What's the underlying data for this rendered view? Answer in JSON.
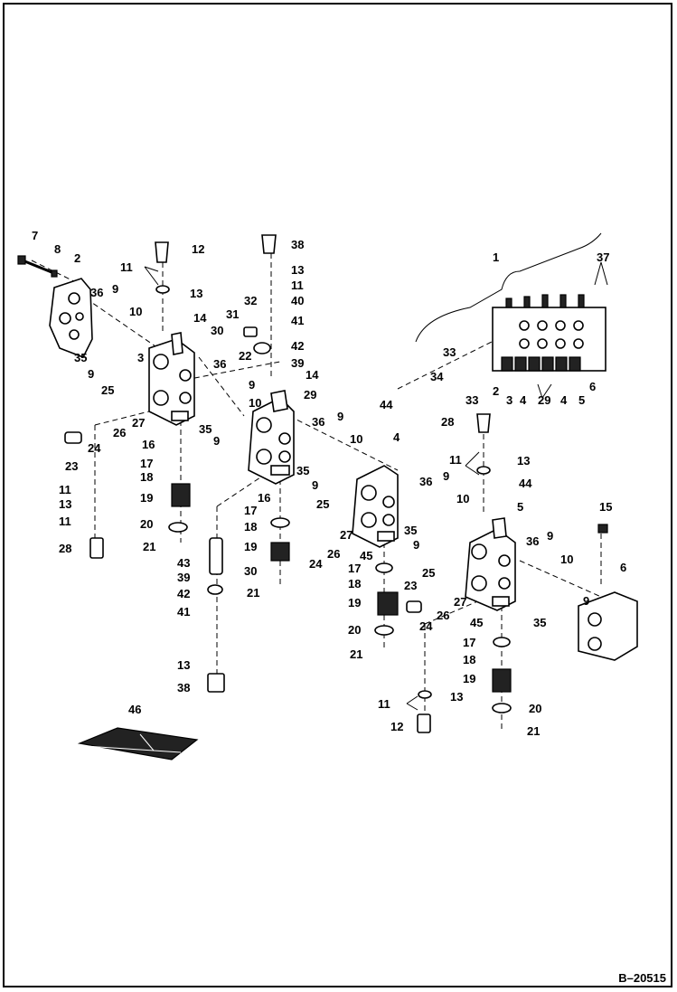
{
  "drawing_id": "B–20515",
  "callouts": [
    {
      "id": "c7",
      "text": "7"
    },
    {
      "id": "c8",
      "text": "8"
    },
    {
      "id": "c2a",
      "text": "2"
    },
    {
      "id": "c12a",
      "text": "12"
    },
    {
      "id": "c38a",
      "text": "38"
    },
    {
      "id": "c11a",
      "text": "11"
    },
    {
      "id": "c13a",
      "text": "13"
    },
    {
      "id": "c13b",
      "text": "13"
    },
    {
      "id": "c11b",
      "text": "11"
    },
    {
      "id": "c36a",
      "text": "36"
    },
    {
      "id": "c9a",
      "text": "9"
    },
    {
      "id": "c10a",
      "text": "10"
    },
    {
      "id": "c14a",
      "text": "14"
    },
    {
      "id": "c32",
      "text": "32"
    },
    {
      "id": "c40",
      "text": "40"
    },
    {
      "id": "c31",
      "text": "31"
    },
    {
      "id": "c41a",
      "text": "41"
    },
    {
      "id": "c30a",
      "text": "30"
    },
    {
      "id": "c22",
      "text": "22"
    },
    {
      "id": "c42a",
      "text": "42"
    },
    {
      "id": "c35a",
      "text": "35"
    },
    {
      "id": "c3",
      "text": "3"
    },
    {
      "id": "c39a",
      "text": "39"
    },
    {
      "id": "c9b",
      "text": "9"
    },
    {
      "id": "c36b",
      "text": "36"
    },
    {
      "id": "c9c",
      "text": "9"
    },
    {
      "id": "c14b",
      "text": "14"
    },
    {
      "id": "c25a",
      "text": "25"
    },
    {
      "id": "c10b",
      "text": "10"
    },
    {
      "id": "c29a",
      "text": "29"
    },
    {
      "id": "c35b",
      "text": "35"
    },
    {
      "id": "c9d",
      "text": "9"
    },
    {
      "id": "c26a",
      "text": "26"
    },
    {
      "id": "c27a",
      "text": "27"
    },
    {
      "id": "c24a",
      "text": "24"
    },
    {
      "id": "c23a",
      "text": "23"
    },
    {
      "id": "c16a",
      "text": "16"
    },
    {
      "id": "c17a",
      "text": "17"
    },
    {
      "id": "c18a",
      "text": "18"
    },
    {
      "id": "c19a",
      "text": "19"
    },
    {
      "id": "c11c",
      "text": "11"
    },
    {
      "id": "c13c",
      "text": "13"
    },
    {
      "id": "c11d",
      "text": "11"
    },
    {
      "id": "c20a",
      "text": "20"
    },
    {
      "id": "c28a",
      "text": "28"
    },
    {
      "id": "c21a",
      "text": "21"
    },
    {
      "id": "c36c",
      "text": "36"
    },
    {
      "id": "c9e",
      "text": "9"
    },
    {
      "id": "c10c",
      "text": "10"
    },
    {
      "id": "c35c",
      "text": "35"
    },
    {
      "id": "c9f",
      "text": "9"
    },
    {
      "id": "c16b",
      "text": "16"
    },
    {
      "id": "c17b",
      "text": "17"
    },
    {
      "id": "c25b",
      "text": "25"
    },
    {
      "id": "c18b",
      "text": "18"
    },
    {
      "id": "c27b",
      "text": "27"
    },
    {
      "id": "c19b",
      "text": "19"
    },
    {
      "id": "c26b",
      "text": "26"
    },
    {
      "id": "c24b",
      "text": "24"
    },
    {
      "id": "c43",
      "text": "43"
    },
    {
      "id": "c39b",
      "text": "39"
    },
    {
      "id": "c42b",
      "text": "42"
    },
    {
      "id": "c41b",
      "text": "41"
    },
    {
      "id": "c13d",
      "text": "13"
    },
    {
      "id": "c38b",
      "text": "38"
    },
    {
      "id": "c30b",
      "text": "30"
    },
    {
      "id": "c21b",
      "text": "21"
    },
    {
      "id": "c1",
      "text": "1"
    },
    {
      "id": "c37",
      "text": "37"
    },
    {
      "id": "c33a",
      "text": "33"
    },
    {
      "id": "c34",
      "text": "34"
    },
    {
      "id": "c33b",
      "text": "33"
    },
    {
      "id": "c2b",
      "text": "2"
    },
    {
      "id": "c3b",
      "text": "3"
    },
    {
      "id": "c4a",
      "text": "4"
    },
    {
      "id": "c29b",
      "text": "29"
    },
    {
      "id": "c4b",
      "text": "4"
    },
    {
      "id": "c5a",
      "text": "5"
    },
    {
      "id": "c6a",
      "text": "6"
    },
    {
      "id": "c44a",
      "text": "44"
    },
    {
      "id": "c4c",
      "text": "4"
    },
    {
      "id": "c28b",
      "text": "28"
    },
    {
      "id": "c11e",
      "text": "11"
    },
    {
      "id": "c13e",
      "text": "13"
    },
    {
      "id": "c44b",
      "text": "44"
    },
    {
      "id": "c5b",
      "text": "5"
    },
    {
      "id": "c36d",
      "text": "36"
    },
    {
      "id": "c9g",
      "text": "9"
    },
    {
      "id": "c10d",
      "text": "10"
    },
    {
      "id": "c35d",
      "text": "35"
    },
    {
      "id": "c9h",
      "text": "9"
    },
    {
      "id": "c45a",
      "text": "45"
    },
    {
      "id": "c17c",
      "text": "17"
    },
    {
      "id": "c18c",
      "text": "18"
    },
    {
      "id": "c19c",
      "text": "19"
    },
    {
      "id": "c20b",
      "text": "20"
    },
    {
      "id": "c21c",
      "text": "21"
    },
    {
      "id": "c15",
      "text": "15"
    },
    {
      "id": "c6b",
      "text": "6"
    },
    {
      "id": "c36e",
      "text": "36"
    },
    {
      "id": "c9i",
      "text": "9"
    },
    {
      "id": "c10e",
      "text": "10"
    },
    {
      "id": "c9j",
      "text": "9"
    },
    {
      "id": "c35e",
      "text": "35"
    },
    {
      "id": "c23b",
      "text": "23"
    },
    {
      "id": "c25c",
      "text": "25"
    },
    {
      "id": "c27c",
      "text": "27"
    },
    {
      "id": "c24c",
      "text": "24"
    },
    {
      "id": "c26c",
      "text": "26"
    },
    {
      "id": "c45b",
      "text": "45"
    },
    {
      "id": "c17d",
      "text": "17"
    },
    {
      "id": "c18d",
      "text": "18"
    },
    {
      "id": "c19d",
      "text": "19"
    },
    {
      "id": "c11f",
      "text": "11"
    },
    {
      "id": "c13f",
      "text": "13"
    },
    {
      "id": "c20c",
      "text": "20"
    },
    {
      "id": "c12b",
      "text": "12"
    },
    {
      "id": "c21d",
      "text": "21"
    },
    {
      "id": "c46",
      "text": "46"
    }
  ]
}
